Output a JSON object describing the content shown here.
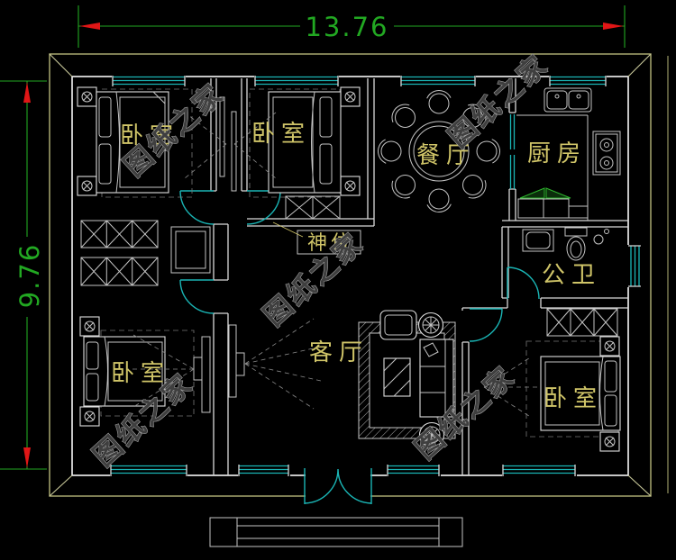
{
  "dimensions": {
    "width_label": "13.76",
    "height_label": "9.76"
  },
  "rooms": {
    "bedroom_top_left": {
      "label": "卧室"
    },
    "bedroom_top_middle": {
      "label": "卧室"
    },
    "bedroom_bottom_left": {
      "label": "卧室"
    },
    "bedroom_bottom_right": {
      "label": "卧室"
    },
    "dining": {
      "label": "餐厅"
    },
    "kitchen": {
      "label": "厨房"
    },
    "bathroom": {
      "label": "公卫"
    },
    "living": {
      "label": "客厅"
    },
    "shrine": {
      "label": "神位"
    }
  },
  "watermark": {
    "text": "图纸之家"
  },
  "colors": {
    "background": "#000000",
    "wall_line": "#d9d9d9",
    "outer_line": "#b5b578",
    "window": "#1ab5b5",
    "label": "#cfc468",
    "dimension_green": "#22a822",
    "arrow_red": "#e01616",
    "watermark_gray": "#9a9a9a"
  }
}
